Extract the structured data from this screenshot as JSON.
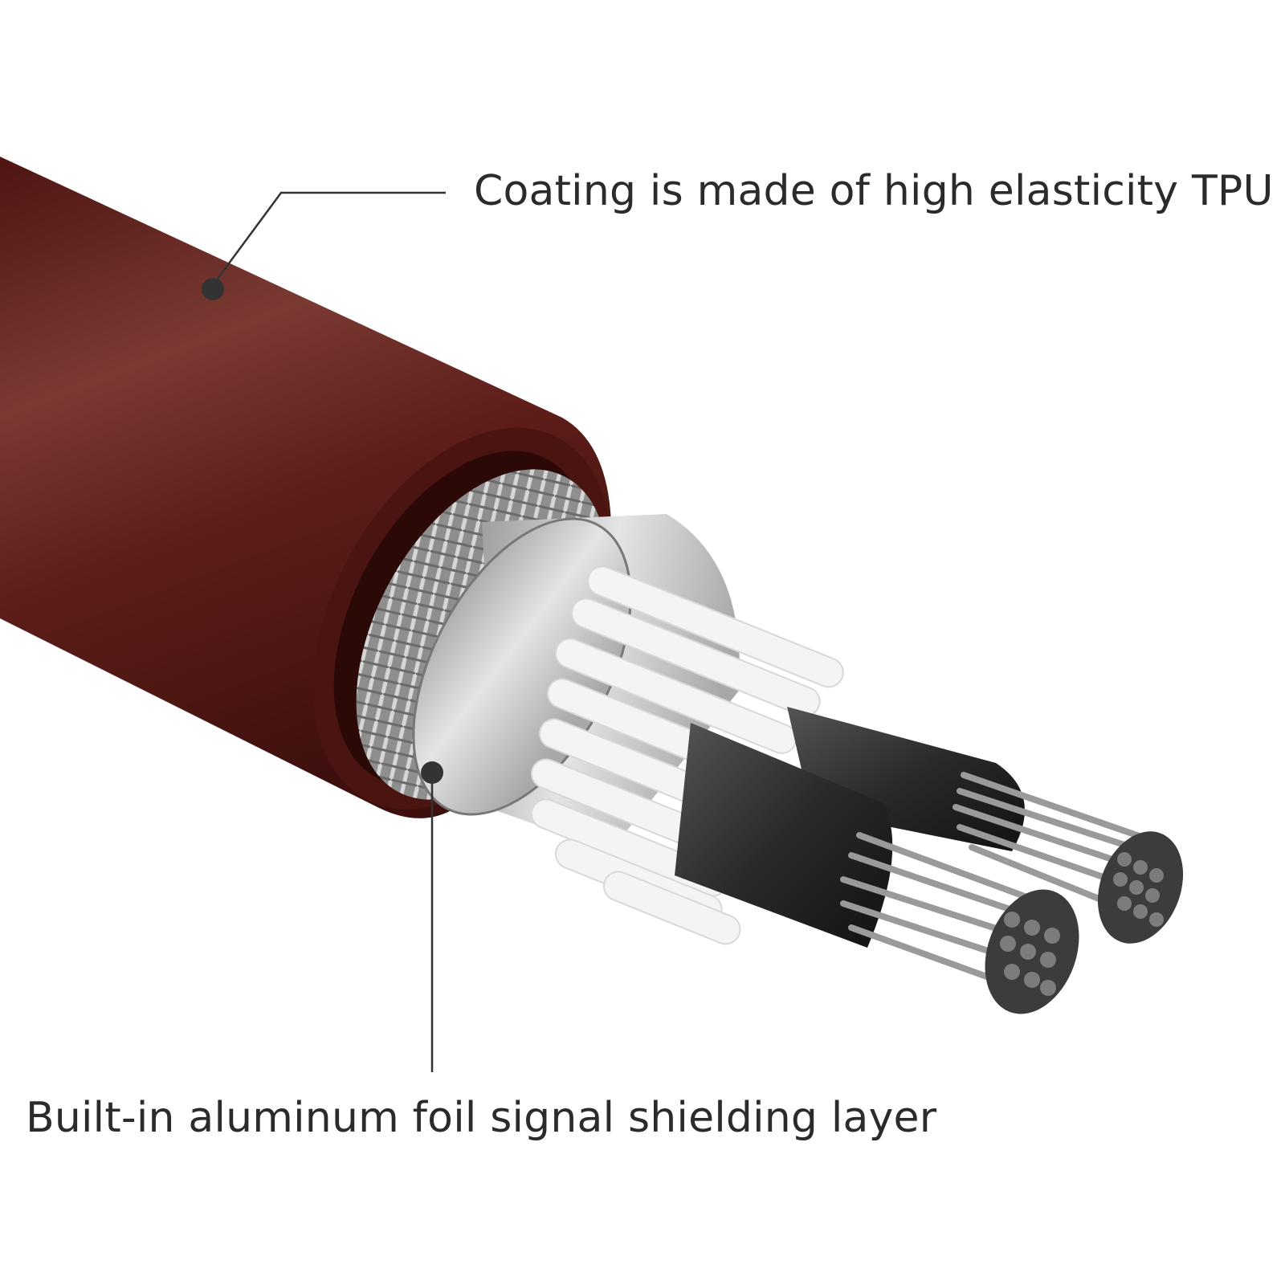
{
  "callouts": {
    "coating": "Coating is made of high elasticity TPU",
    "shielding": "Built-in aluminum foil signal shielding layer"
  },
  "colors": {
    "jacket": "#5e1e1a",
    "jacket_highlight": "#7a3a33",
    "braid": "#9a9a9a",
    "foil": "#c9c9c9",
    "filler": "#f2f2f2",
    "conductor_insulation": "#2e2e2e",
    "conductor_strand": "#8c8c8c",
    "leader_line": "#333333",
    "text": "#2b2b2b"
  },
  "icons": [
    "cable-cross-section-illustration",
    "leader-dot-icon"
  ]
}
